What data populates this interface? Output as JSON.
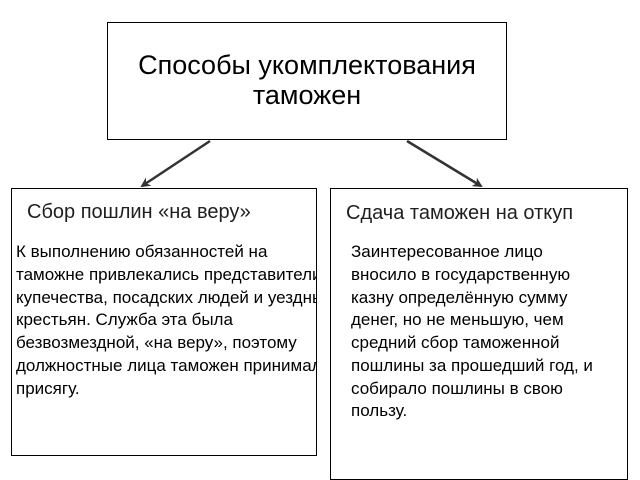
{
  "diagram": {
    "top": {
      "title": "Способы укомплектования таможен"
    },
    "left": {
      "heading": "Сбор пошлин «на веру»",
      "text": "К выполнению обязанностей на таможне привлекались представители купечества, посадских людей и уездных крестьян. Служба эта была безвозмездной, «на веру», поэтому должностные лица таможен принимали присягу."
    },
    "right": {
      "heading": "Сдача таможен на откуп",
      "text": "Заинтересованное лицо вносило в государственную казну определённую сумму денег, но не меньшую, чем средний сбор таможенной пошлины за прошедший год, и собирало пошлины в свою пользу."
    }
  }
}
